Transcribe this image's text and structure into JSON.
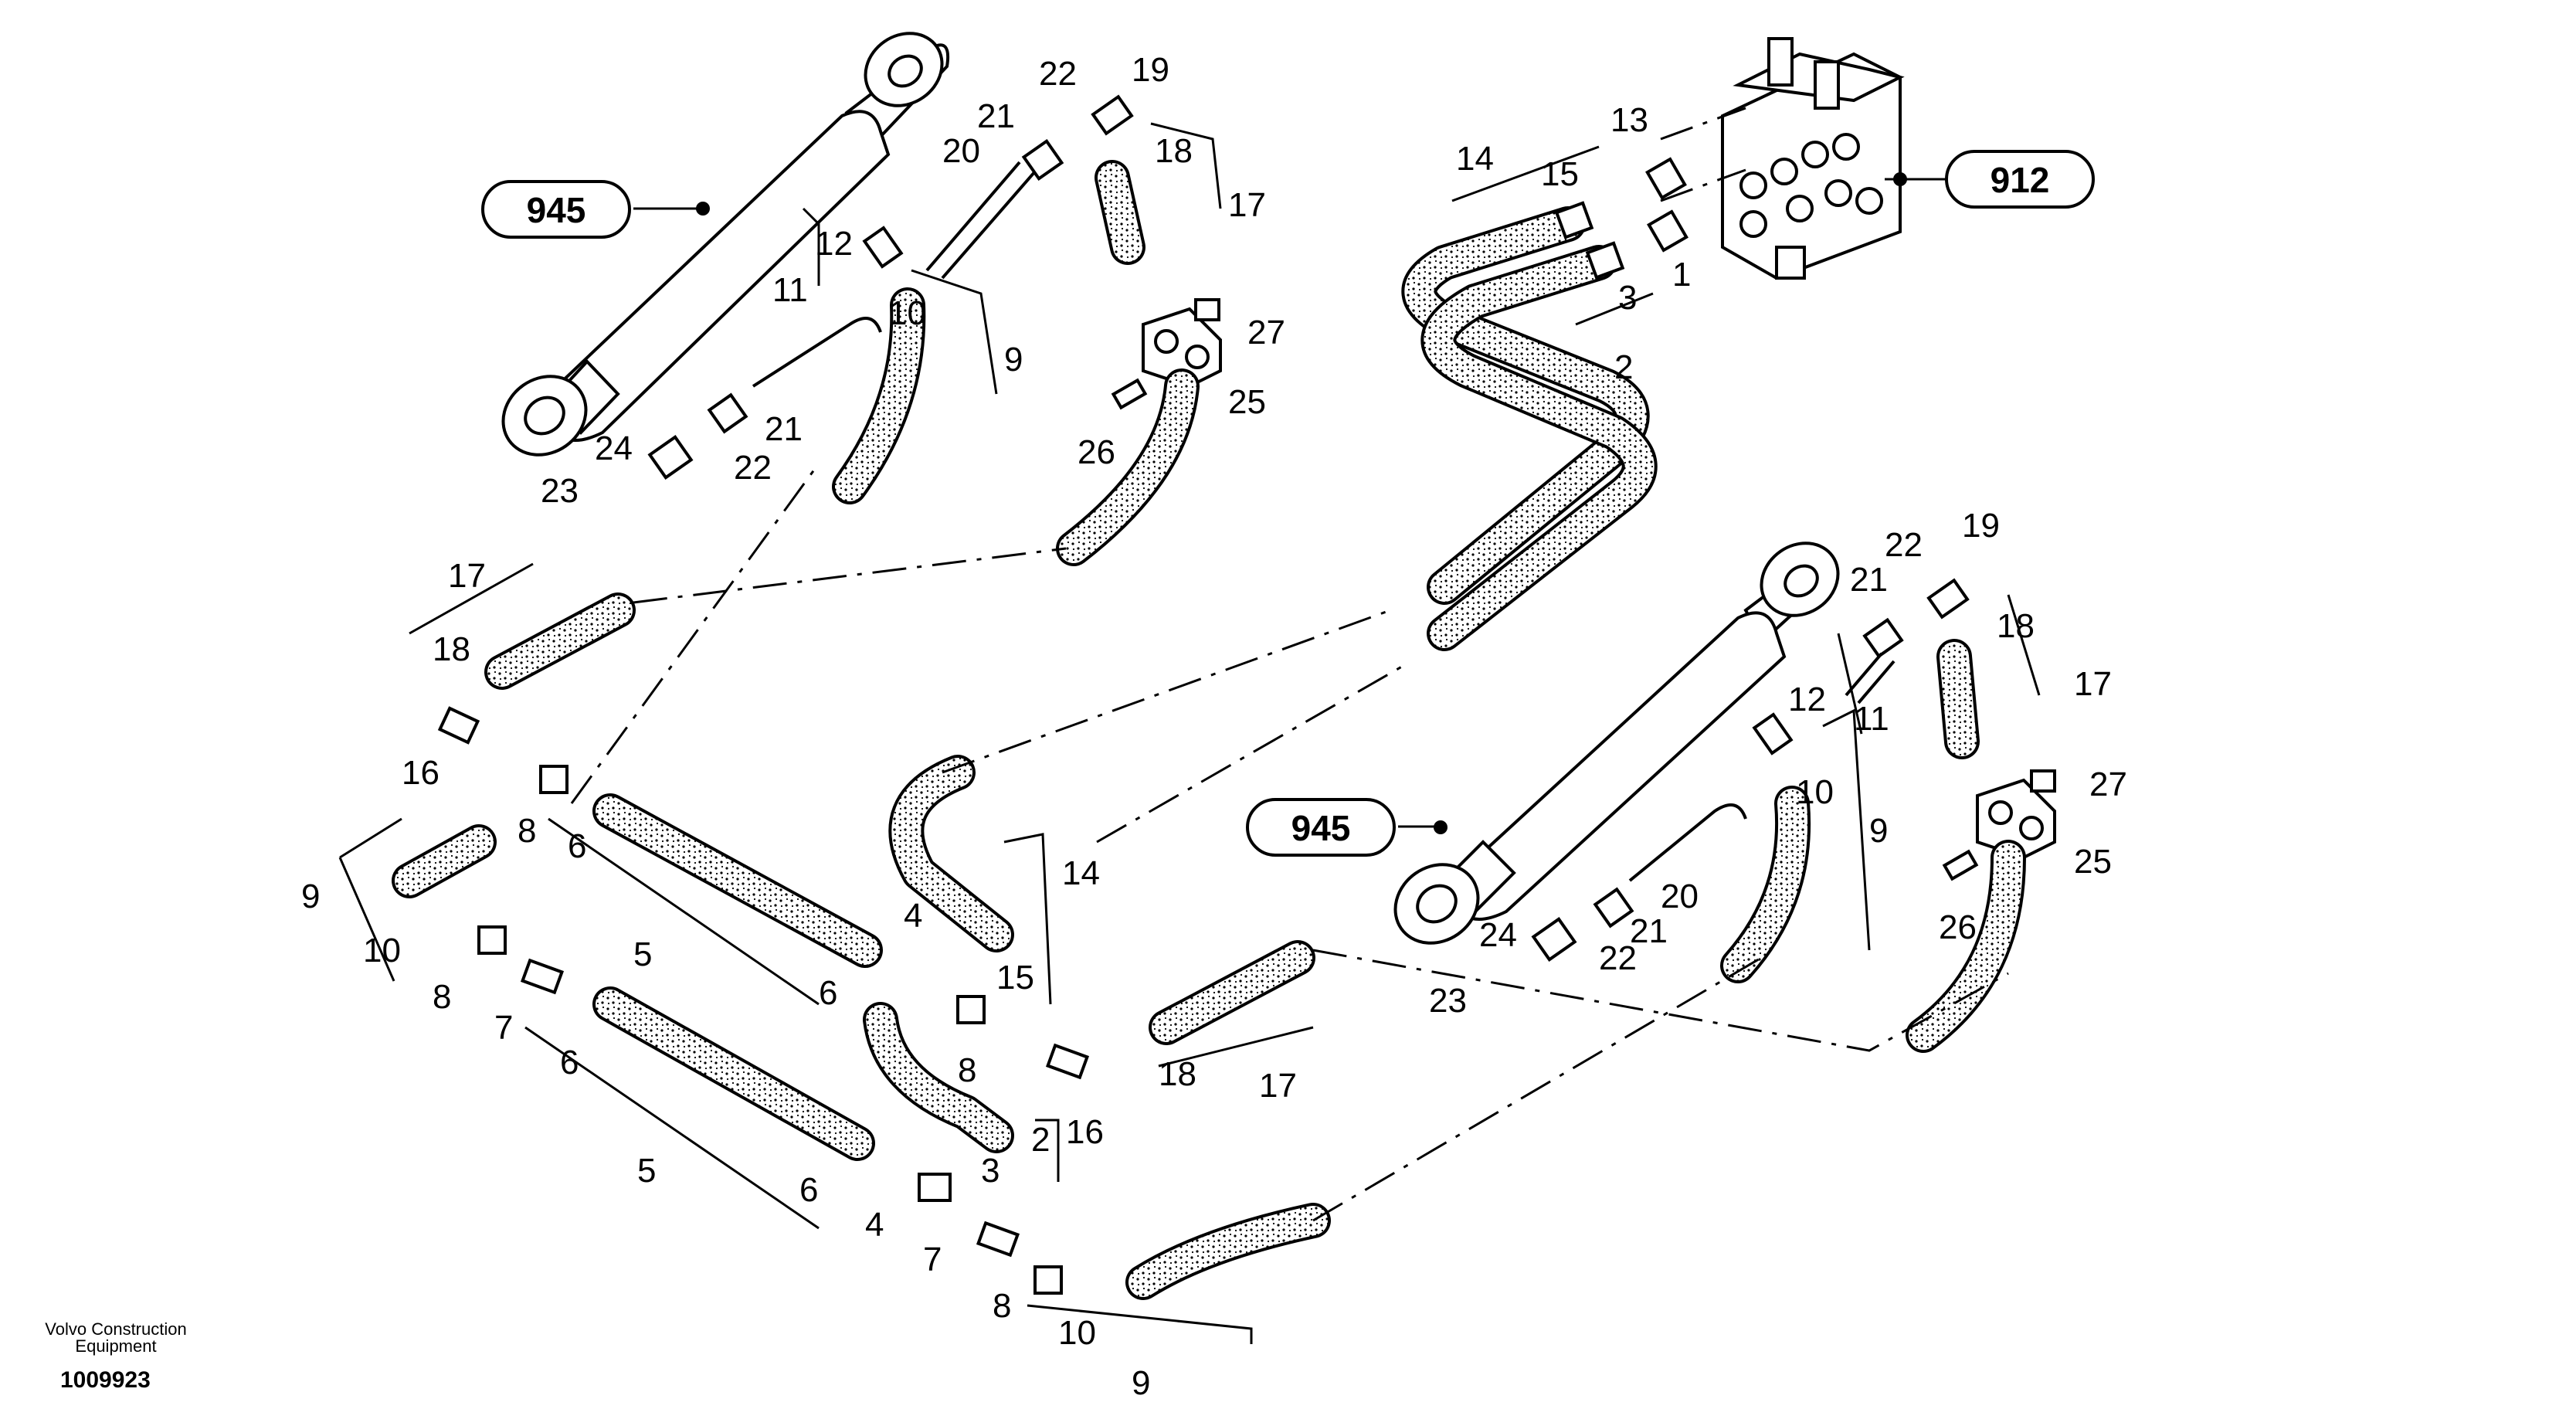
{
  "reference_labels": {
    "cylinder_upper": "945",
    "cylinder_lower": "945",
    "control_valve": "912"
  },
  "callouts": {
    "c945a_17": "17",
    "c945a_18": "18",
    "c945a_19": "19",
    "c945a_20": "20",
    "c945a_21": "21",
    "c945a_22": "22",
    "c945a_12": "12",
    "c945a_11": "11",
    "c945a_10": "10",
    "c945a_9": "9",
    "c945a_24": "24",
    "c945a_23": "23",
    "c945a_21b": "21",
    "c945a_22b": "22",
    "c945a_27": "27",
    "c945a_25": "25",
    "c945a_26": "26",
    "v_13": "13",
    "v_14": "14",
    "v_15": "15",
    "v_1": "1",
    "v_3": "3",
    "v_2": "2",
    "l_17": "17",
    "l_18": "18",
    "l_16": "16",
    "l_8a": "8",
    "l_6a": "6",
    "l_5a": "5",
    "l_9": "9",
    "l_10": "10",
    "l_8b": "8",
    "l_7a": "7",
    "l_6b": "6",
    "l_5b": "5",
    "l_6c": "6",
    "l_4a": "4",
    "l_15": "15",
    "l_14": "14",
    "l_8c": "8",
    "l_6d": "6",
    "l_4b": "4",
    "l_7b": "7",
    "l_2": "2",
    "l_3": "3",
    "l_16b": "16",
    "l_18b": "18",
    "l_17b": "17",
    "l_8d": "8",
    "l_10b": "10",
    "l_9b": "9",
    "r_22": "22",
    "r_19": "19",
    "r_21": "21",
    "r_18": "18",
    "r_17": "17",
    "r_12": "12",
    "r_11": "11",
    "r_10": "10",
    "r_9": "9",
    "r_20": "20",
    "r_24": "24",
    "r_21b": "21",
    "r_22b": "22",
    "r_23": "23",
    "r_27": "27",
    "r_25": "25",
    "r_26": "26"
  },
  "footer": {
    "brand_line1": "Volvo Construction",
    "brand_line2": "Equipment",
    "doc_number": "1009923"
  }
}
